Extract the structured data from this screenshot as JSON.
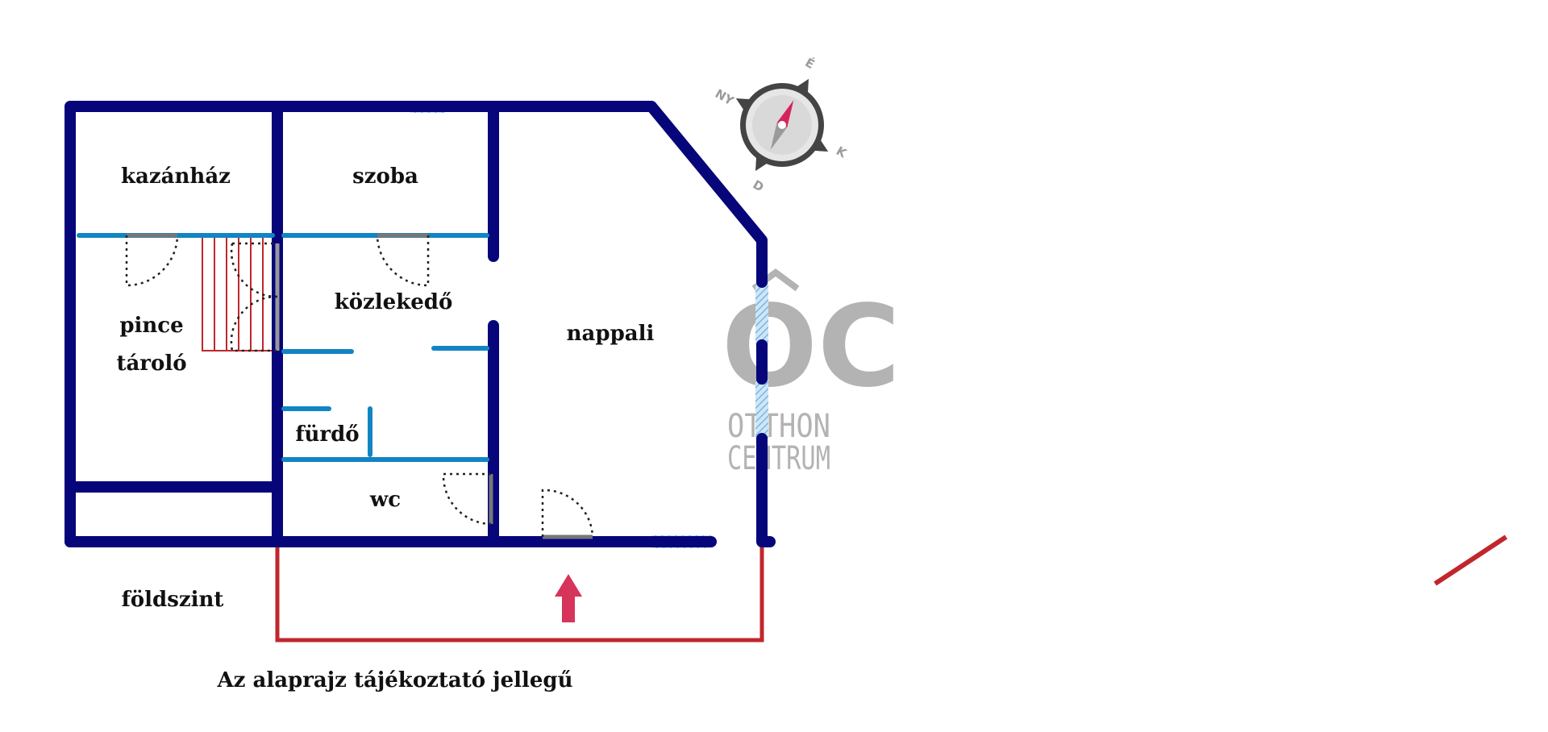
{
  "rooms": {
    "kazanhaz": "kazánház",
    "szoba": "szoba",
    "kozlekedo": "közlekedő",
    "nappali": "nappali",
    "pince_line1": "pince",
    "pince_line2": "tároló",
    "furdo": "fürdő",
    "wc": "wc"
  },
  "level_label": "földszint",
  "disclaimer": "Az alaprajz tájékoztató jellegű",
  "compass": {
    "n": "É",
    "e": "K",
    "s": "D",
    "w": "NY"
  },
  "watermark": {
    "mark": "OC",
    "line1": "OTTHON",
    "line2": "CENTRUM"
  },
  "colors": {
    "walls": "#06067a",
    "partitions": "#1284c4",
    "terrace": "#c0272d",
    "entrance_arrow": "#d6345a",
    "watermark": "#b3b3b3"
  },
  "icons": [
    "compass-icon",
    "entrance-arrow-icon"
  ]
}
